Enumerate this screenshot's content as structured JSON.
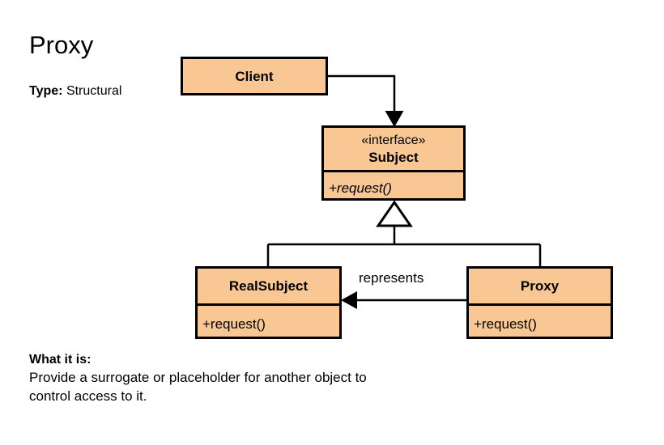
{
  "header": {
    "pattern_name": "Proxy",
    "type_label": "Type:",
    "type_value": "Structural"
  },
  "footer": {
    "heading": "What it is:",
    "description": "Provide a surrogate or placeholder for another object to control access to it."
  },
  "diagram": {
    "kind": "uml-class-diagram",
    "fill_color": "#f9c794",
    "stroke_color": "#000000",
    "background": "#ffffff",
    "classes": [
      {
        "id": "client",
        "name": "Client",
        "stereotype": "",
        "operations": []
      },
      {
        "id": "subject",
        "name": "Subject",
        "stereotype": "«interface»",
        "operations": [
          "+request()"
        ]
      },
      {
        "id": "realsubject",
        "name": "RealSubject",
        "stereotype": "",
        "operations": [
          "+request()"
        ]
      },
      {
        "id": "proxy",
        "name": "Proxy",
        "stereotype": "",
        "operations": [
          "+request()"
        ]
      }
    ],
    "relationships": [
      {
        "id": "client-uses-subject",
        "from": "client",
        "to": "subject",
        "type": "association",
        "arrowhead": "solid",
        "label": ""
      },
      {
        "id": "realsubject-implements-subject",
        "from": "realsubject",
        "to": "subject",
        "type": "generalization",
        "arrowhead": "hollow-triangle",
        "label": ""
      },
      {
        "id": "proxy-implements-subject",
        "from": "proxy",
        "to": "subject",
        "type": "generalization",
        "arrowhead": "hollow-triangle",
        "label": ""
      },
      {
        "id": "proxy-represents-realsubject",
        "from": "proxy",
        "to": "realsubject",
        "type": "association",
        "arrowhead": "solid",
        "label": "represents"
      }
    ]
  }
}
